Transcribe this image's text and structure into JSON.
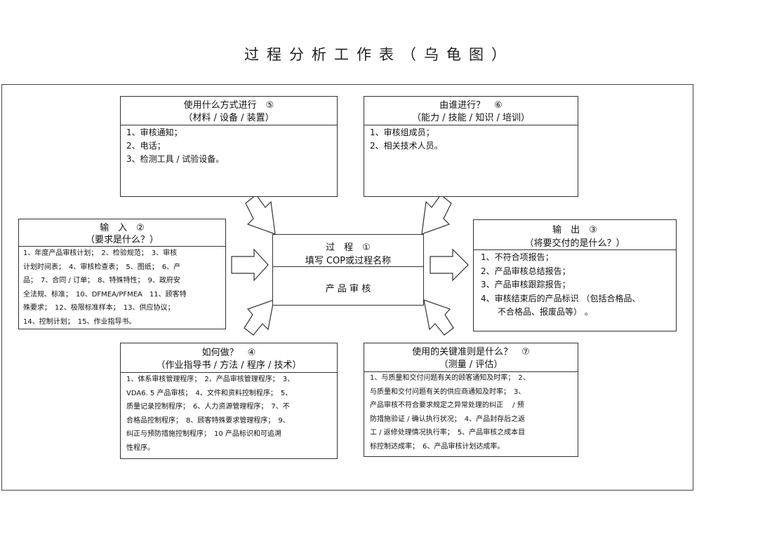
{
  "page_title": "过程分析工作表（乌龟图）",
  "box5": {
    "title": "使用什么方式进行　⑤",
    "subtitle": "（材料 / 设备 / 装置）",
    "lines": [
      "1、审核通知；",
      "2、电话；",
      "3、检测工具 / 试验设备。"
    ]
  },
  "box6": {
    "title": "由谁进行？　⑥",
    "subtitle": "（能力 / 技能 / 知识 / 培训）",
    "lines": [
      "1、审核组成员；",
      "2、相关技术人员。"
    ]
  },
  "box2": {
    "title": "输　入　②",
    "subtitle": "（要求是什么？）",
    "lines": [
      "1、年度产品审核计划；　2、检验规范；　3、审核",
      "计划时间表；　4、审核检查表；　5、图纸；　6、产",
      "品；　7、合同 / 订单；　8、特殊特性；　9、政府安",
      "全法规、标准；　10、DFMEA/PFMEA　11、顾客特",
      "殊要求；　12、极限标准样本；　13、供应协议；",
      "14、控制计划；　15、作业指导书。"
    ]
  },
  "box1": {
    "title": "过　程　①",
    "subtitle": "填写 COP或过程名称",
    "body": "产 品 审 核"
  },
  "box3": {
    "title": "输　出　③",
    "subtitle": "（将要交付的是什么？）",
    "lines": [
      "1、不符合项报告；",
      "2、产品审核总结报告；",
      "3、产品审核跟踪报告；",
      "4、审核结束后的产品标识 （包括合格品、",
      "　　不合格品、报废品等） 。"
    ]
  },
  "box4": {
    "title": "如何做？　④",
    "subtitle": "（作业指导书 / 方法 / 程序 / 技术）",
    "lines": [
      "1、体系审核管理程序；　2、产品审核管理程序；　3、",
      "VDA6. 5 产品审核；　4、文件和资料控制程序；　5、",
      "质量记录控制程序；　6、人力资源管理程序；　7、不",
      "合格品控制程序；　8、顾客特殊要求管理程序；　9、",
      "纠正与预防措施控制程序；　10 产品标识和可追溯",
      "性程序。"
    ]
  },
  "box7": {
    "title": "使用的关键准则是什么？　⑦",
    "subtitle": "（测量 / 评估）",
    "lines": [
      "1、与质量和交付问题有关的顾客通知及时率；　2、",
      "与质量和交付问题有关的供应商通知及时率；　3、",
      "产品审核不符合要求规定之异常处理的纠正　 / 预",
      "防措施验证 / 确认执行状况；　4、产品封存后之返",
      "工 / 返修处理情况执行率；　5、产品审核之成本目",
      "标控制达成率；　6、产品审核计划达成率。"
    ]
  }
}
